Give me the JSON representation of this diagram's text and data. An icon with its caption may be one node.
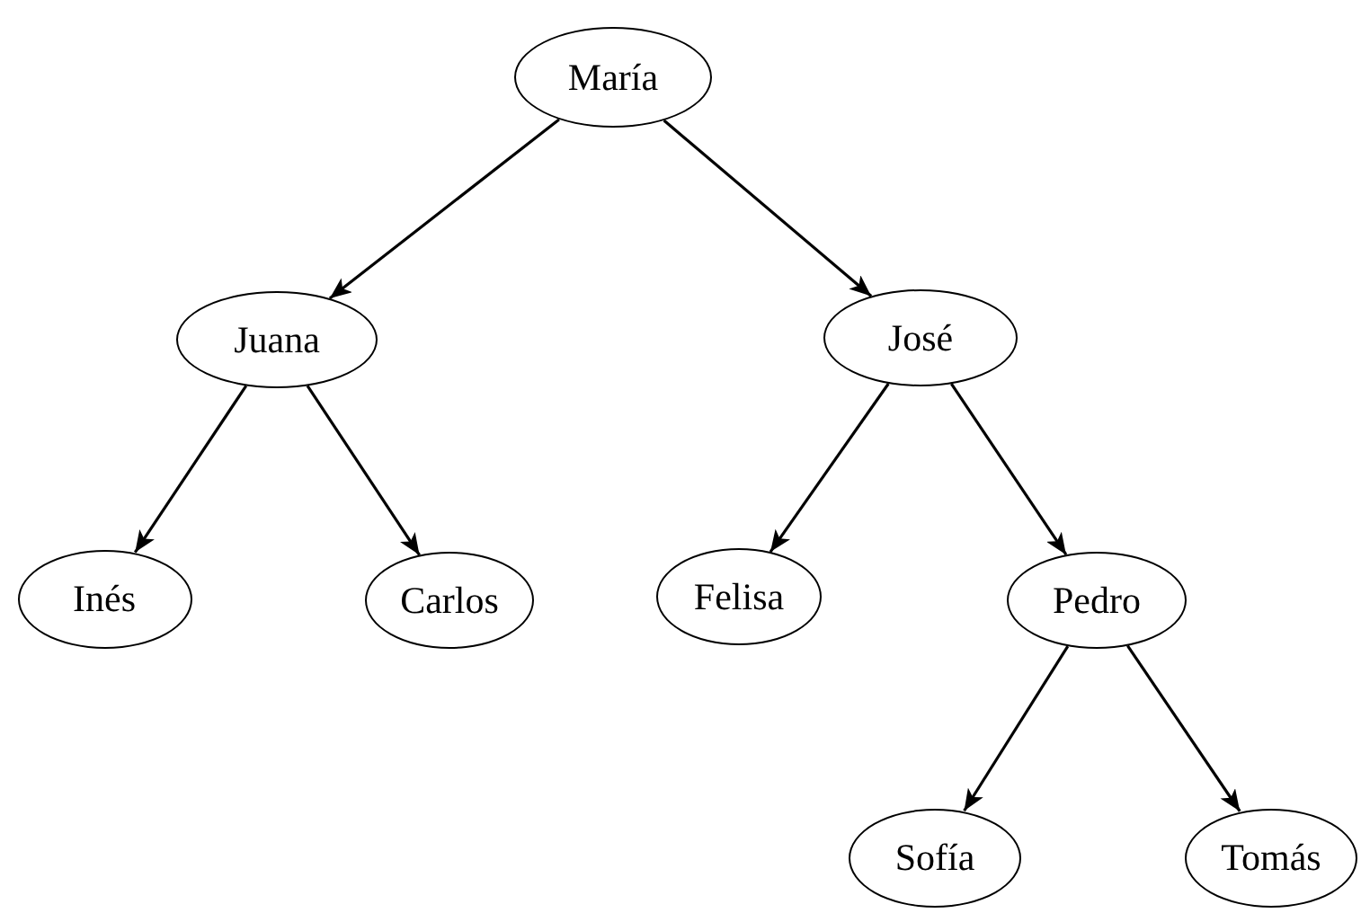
{
  "diagram": {
    "nodes": [
      {
        "text": [
          "María"
        ]
      },
      {
        "text": [
          "Juana"
        ]
      },
      {
        "text": [
          "José"
        ]
      },
      {
        "text": [
          "Inés"
        ]
      },
      {
        "text": [
          "Carlos"
        ]
      },
      {
        "text": [
          "Felisa"
        ]
      },
      {
        "text": [
          "Pedro"
        ]
      },
      {
        "text": [
          "Sofía"
        ]
      },
      {
        "text": [
          "Tomás"
        ]
      }
    ],
    "edges": [
      {
        "from": 0,
        "to": 1,
        "arrow": "to"
      },
      {
        "from": 0,
        "to": 2,
        "arrow": "to"
      },
      {
        "from": 1,
        "to": 3,
        "arrow": "to"
      },
      {
        "from": 1,
        "to": 4,
        "arrow": "to"
      },
      {
        "from": 2,
        "to": 5,
        "arrow": "to"
      },
      {
        "from": 2,
        "to": 6,
        "arrow": "to"
      },
      {
        "from": 6,
        "to": 7,
        "arrow": "to"
      },
      {
        "from": 6,
        "to": 8,
        "arrow": "to"
      }
    ]
  }
}
